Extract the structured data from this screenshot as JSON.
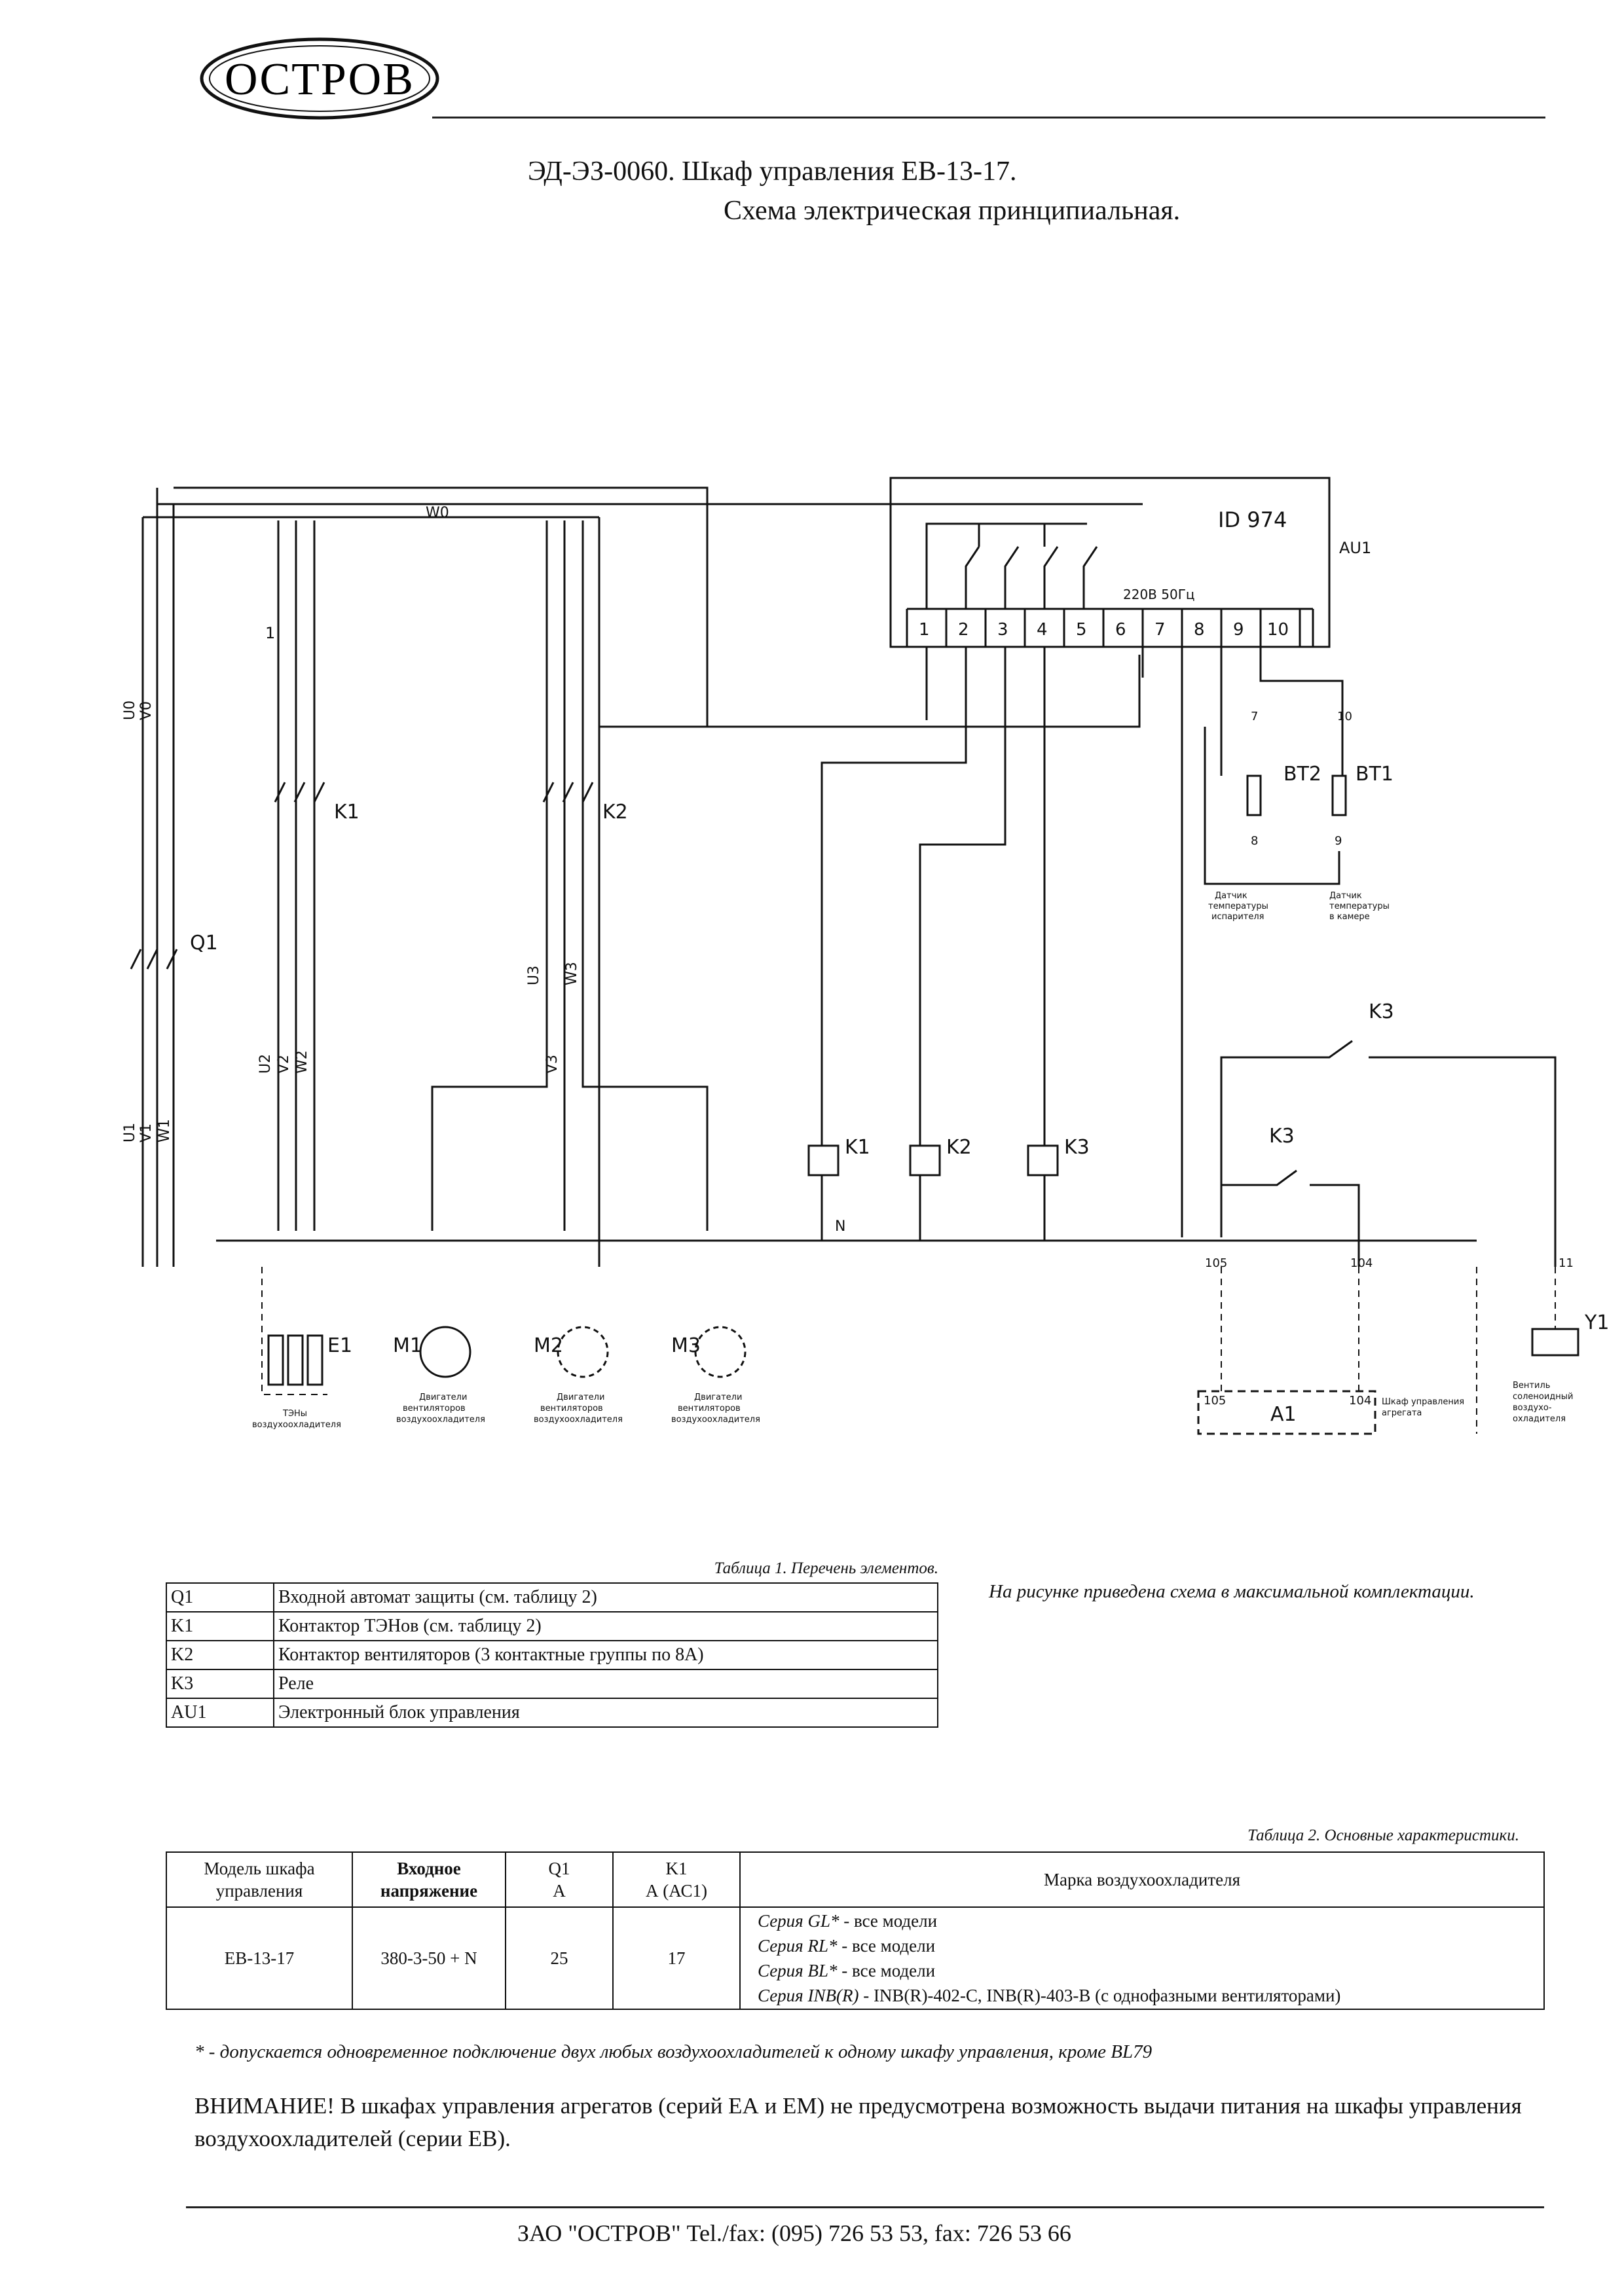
{
  "header": {
    "logo_text": "ОСТРОВ",
    "title_line1": "ЭД-ЭЗ-0060. Шкаф управления ЕВ-13-17.",
    "title_line2": "Схема электрическая принципиальная."
  },
  "schematic": {
    "controller": {
      "model": "ID 974",
      "designator": "AU1",
      "supply": "220В 50Гц",
      "terminals": [
        "1",
        "2",
        "3",
        "4",
        "5",
        "6",
        "7",
        "8",
        "9",
        "10"
      ]
    },
    "wire_labels": {
      "W0": "W0",
      "U0": "U0",
      "V0": "V0",
      "U1": "U1",
      "V1": "V1",
      "W1": "W1",
      "U2": "U2",
      "V2": "V2",
      "W2": "W2",
      "U3": "U3",
      "V3": "V3",
      "W3": "W3",
      "N": "N"
    },
    "components": {
      "Q1": "Q1",
      "K1": "K1",
      "K2": "K2",
      "K3": "K3",
      "BT1": "BT1",
      "BT2": "BT2",
      "E1": "E1",
      "M1": "M1",
      "M2": "M2",
      "M3": "M3",
      "A1": "A1",
      "Y1": "Y1"
    },
    "captions": {
      "sensor_evap": [
        "Датчик",
        "температуры",
        "испарителя"
      ],
      "sensor_room": [
        "Датчик",
        "температуры",
        "в камере"
      ],
      "heaters": [
        "ТЭНы",
        "воздухоохладителя"
      ],
      "motors": [
        "Двигатели",
        "вентиляторов",
        "воздухоохладителя"
      ],
      "defrost": [
        "Шкаф управления",
        "агрегата"
      ],
      "valve": [
        "Вентиль",
        "соленоидный",
        "воздухо-",
        "охладителя"
      ]
    },
    "terminal_numbers": {
      "t105": "105",
      "t104": "104",
      "t11": "11",
      "t4": "4",
      "t5": "5",
      "t6": "6",
      "t1": "1",
      "t2": "2",
      "t3": "3",
      "t7": "7",
      "t8": "8",
      "t9": "9",
      "t10": "10"
    }
  },
  "table1": {
    "caption": "Таблица 1. Перечень элементов.",
    "rows": [
      {
        "ref": "Q1",
        "desc": "Входной автомат защиты (см. таблицу 2)"
      },
      {
        "ref": "K1",
        "desc": "Контактор ТЭНов (см. таблицу 2)"
      },
      {
        "ref": "K2",
        "desc": "Контактор вентиляторов (3 контактные группы по 8А)"
      },
      {
        "ref": "K3",
        "desc": "Реле"
      },
      {
        "ref": "AU1",
        "desc": "Электронный блок управления"
      }
    ]
  },
  "note": "На рисунке приведена схема в максимальной комплектации.",
  "table2": {
    "caption": "Таблица 2. Основные характеристики.",
    "headers": {
      "model": "Модель шкафа управления",
      "voltage": "Входное напряжение",
      "q1": "Q1",
      "q1_unit": "А",
      "k1": "K1",
      "k1_unit": "А (АС1)",
      "brand": "Марка воздухоохладителя"
    },
    "row": {
      "model": "ЕВ-13-17",
      "voltage": "380-3-50 + N",
      "q1": "25",
      "k1": "17",
      "series": [
        {
          "name": "Серия GL*",
          "text": " - все модели"
        },
        {
          "name": "Серия RL*",
          "text": " - все модели"
        },
        {
          "name": "Серия BL*",
          "text": " - все модели"
        },
        {
          "name": "Серия INB(R)",
          "text": "  - INB(R)-402-C, INB(R)-403-B (с однофазными вентиляторами)"
        }
      ]
    }
  },
  "footnote": "* - допускается одновременное подключение двух любых воздухоохладителей к одному шкафу управления, кроме BL79",
  "warning": "ВНИМАНИЕ! В шкафах управления агрегатов (серий ЕА и ЕМ) не предусмотрена возможность выдачи питания на шкафы управления воздухоохладителей (серии ЕВ).",
  "footer": "ЗАО \"ОСТРОВ\"    Tel./fax: (095) 726 53 53,  fax:  726 53 66"
}
